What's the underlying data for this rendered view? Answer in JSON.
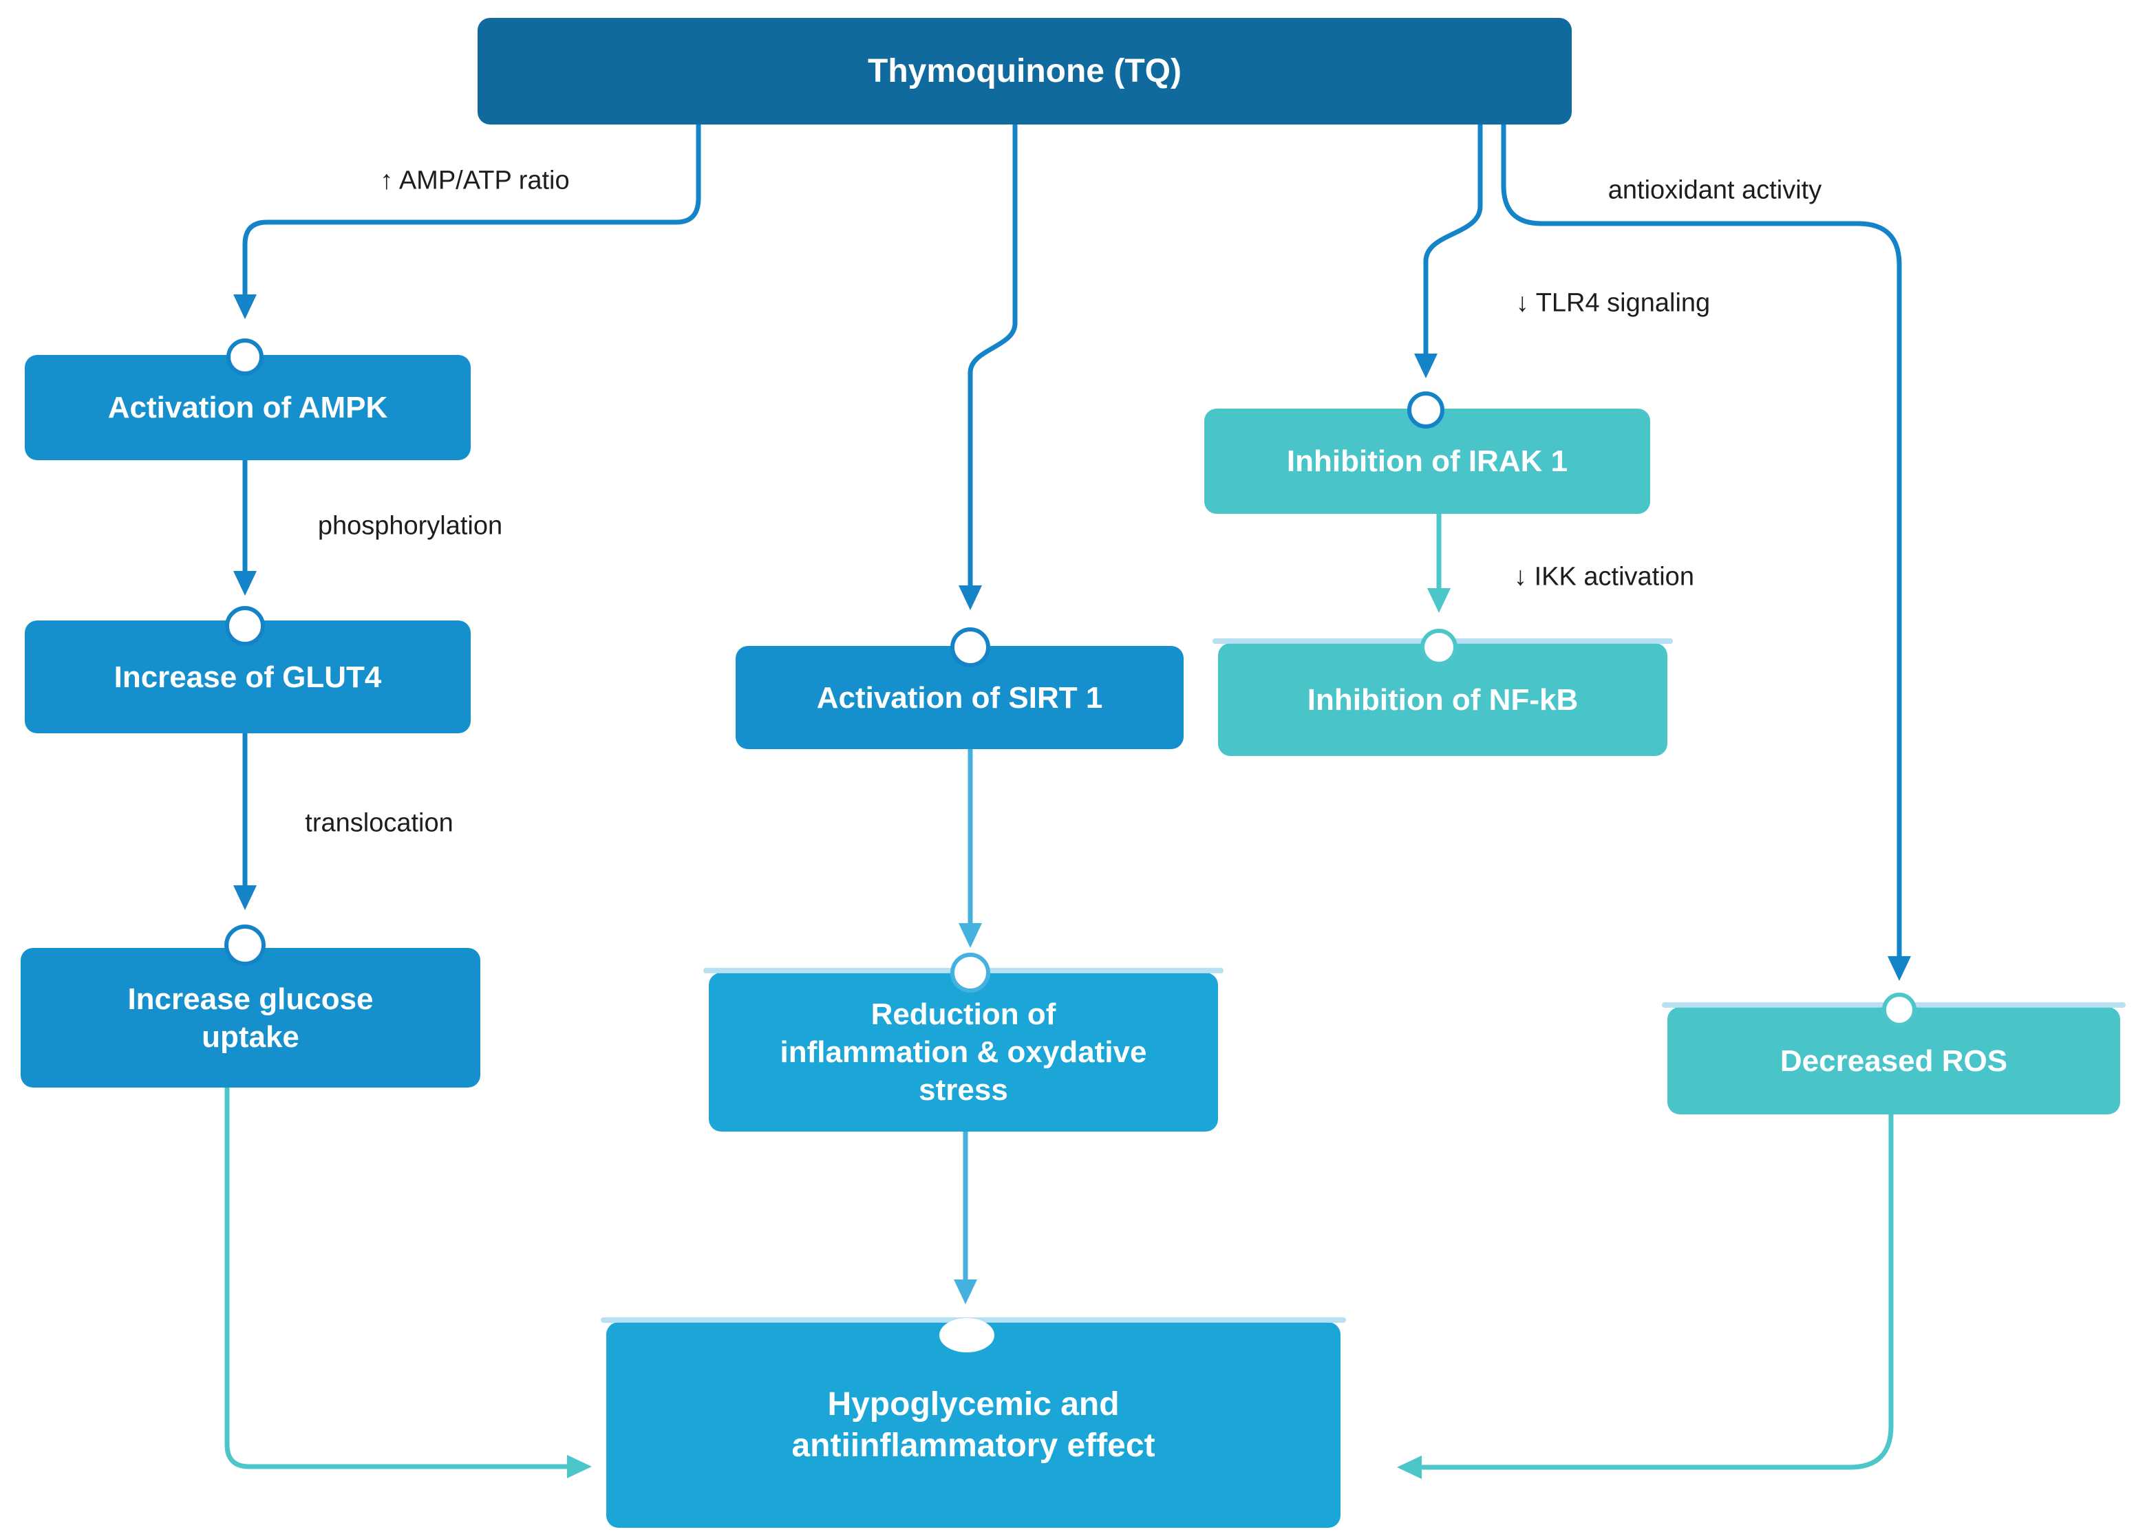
{
  "diagram": {
    "type": "flowchart",
    "title": "Thymoquinone (TQ)",
    "nodes": {
      "thymoquinone": {
        "label": "Thymoquinone (TQ)",
        "color_role": "dark_blue"
      },
      "ampk": {
        "label": "Activation of AMPK",
        "color_role": "mid_blue"
      },
      "glut4": {
        "label": "Increase of GLUT4",
        "color_role": "mid_blue"
      },
      "glucose": {
        "label": "Increase glucose\nuptake",
        "color_role": "mid_blue"
      },
      "sirt1": {
        "label": "Activation of SIRT 1",
        "color_role": "mid_blue"
      },
      "reduction": {
        "label": "Reduction of\ninflammation & oxydative\nstress",
        "color_role": "light_blue"
      },
      "irak1": {
        "label": "Inhibition of IRAK 1",
        "color_role": "teal"
      },
      "nfkb": {
        "label": "Inhibition of NF-kB",
        "color_role": "teal"
      },
      "ros": {
        "label": "Decreased ROS",
        "color_role": "teal"
      },
      "effect": {
        "label": "Hypoglycemic and\nantiinflammatory effect",
        "color_role": "light_blue"
      }
    },
    "edge_labels": {
      "amp_ratio": "↑ AMP/ATP ratio",
      "phosphorylation": "phosphorylation",
      "translocation": "translocation",
      "antioxidant": "antioxidant activity",
      "tlr4": "↓ TLR4 signaling",
      "ikk": "↓ IKK activation"
    },
    "edges": [
      {
        "from": "thymoquinone",
        "to": "ampk",
        "label": "↑ AMP/ATP ratio"
      },
      {
        "from": "ampk",
        "to": "glut4",
        "label": "phosphorylation"
      },
      {
        "from": "glut4",
        "to": "glucose",
        "label": "translocation"
      },
      {
        "from": "glucose",
        "to": "effect",
        "label": ""
      },
      {
        "from": "thymoquinone",
        "to": "sirt1",
        "label": ""
      },
      {
        "from": "sirt1",
        "to": "reduction",
        "label": ""
      },
      {
        "from": "reduction",
        "to": "effect",
        "label": ""
      },
      {
        "from": "thymoquinone",
        "to": "irak1",
        "label": "↓ TLR4 signaling"
      },
      {
        "from": "irak1",
        "to": "nfkb",
        "label": "↓ IKK activation"
      },
      {
        "from": "thymoquinone",
        "to": "ros",
        "label": "antioxidant activity"
      },
      {
        "from": "ros",
        "to": "effect",
        "label": ""
      }
    ],
    "colors": {
      "dark_blue_box": "#116a9e",
      "mid_blue_box": "#1590cc",
      "light_blue_box": "#1ba6d7",
      "teal_box": "#49c5ca",
      "line_blue": "#1583c8",
      "line_light_blue": "#44b1de",
      "line_teal": "#4cc6c9",
      "label_text": "#1d1d1f",
      "node_text": "#ffffff"
    }
  }
}
